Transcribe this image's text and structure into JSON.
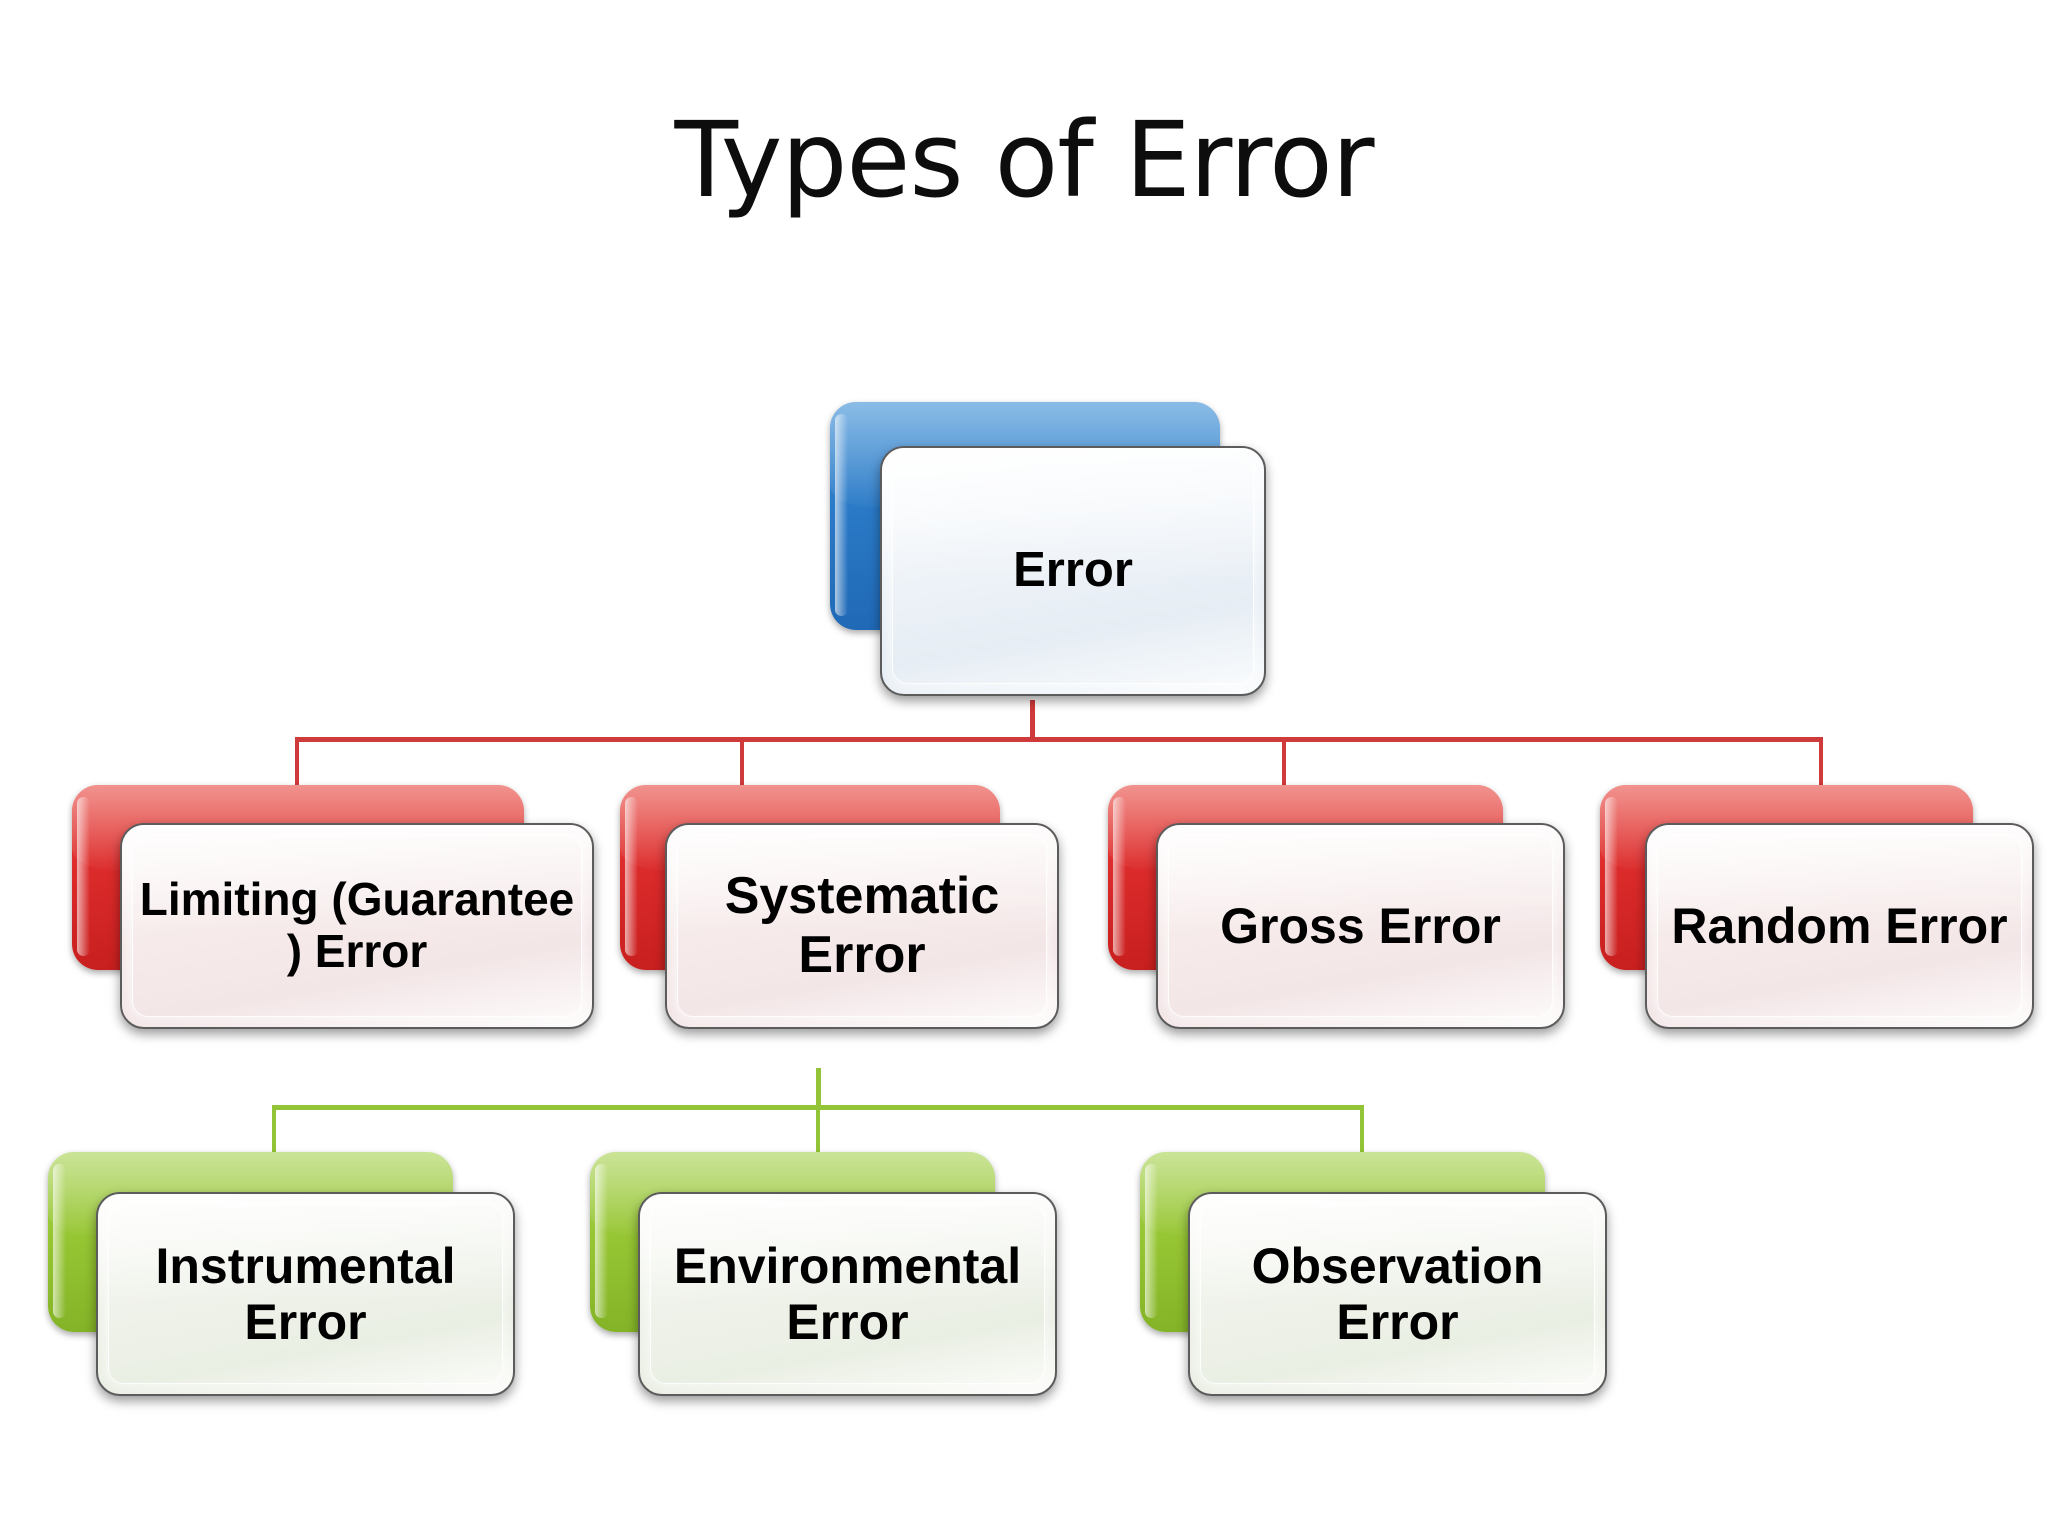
{
  "page": {
    "title": "Types of Error",
    "background": "#ffffff"
  },
  "colors": {
    "root_accent": "#2a79c6",
    "level2_accent": "#dc2b2b",
    "level3_accent": "#97c634",
    "connector_level2": "#cf3a3a",
    "connector_level3": "#93c336",
    "text": "#000000"
  },
  "diagram": {
    "type": "hierarchy",
    "root": {
      "id": "error",
      "label": "Error",
      "accent": "#2a79c6"
    },
    "level2": [
      {
        "id": "limiting-error",
        "label": "Limiting (Guarantee ) Error",
        "accent": "#dc2b2b"
      },
      {
        "id": "systematic-error",
        "label": "Systematic Error",
        "accent": "#dc2b2b"
      },
      {
        "id": "gross-error",
        "label": "Gross Error",
        "accent": "#dc2b2b"
      },
      {
        "id": "random-error",
        "label": "Random Error",
        "accent": "#dc2b2b"
      }
    ],
    "level3_parent": "systematic-error",
    "level3": [
      {
        "id": "instrumental-error",
        "label": "Instrumental Error",
        "accent": "#97c634"
      },
      {
        "id": "environmental-error",
        "label": "Environmental Error",
        "accent": "#97c634"
      },
      {
        "id": "observation-error",
        "label": "Observation Error",
        "accent": "#97c634"
      }
    ]
  }
}
